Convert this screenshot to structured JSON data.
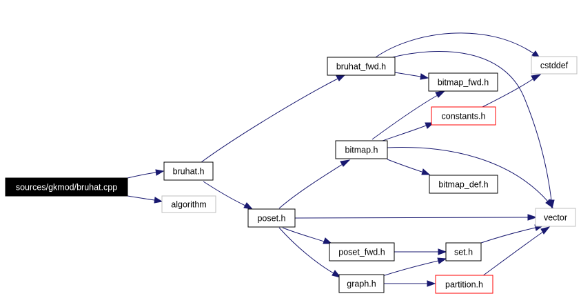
{
  "nodes": {
    "root": "sources/gkmod/bruhat.cpp",
    "bruhat_h": "bruhat.h",
    "algorithm": "algorithm",
    "poset_h": "poset.h",
    "bruhat_fwd_h": "bruhat_fwd.h",
    "bitmap_h": "bitmap.h",
    "bitmap_fwd_h": "bitmap_fwd.h",
    "constants_h": "constants.h",
    "bitmap_def_h": "bitmap_def.h",
    "cstddef": "cstddef",
    "vector": "vector",
    "poset_fwd_h": "poset_fwd.h",
    "set_h": "set.h",
    "graph_h": "graph.h",
    "partition_h": "partition.h"
  },
  "colors": {
    "edge": "#191970",
    "root_fill": "#000000",
    "root_text": "#ffffff",
    "missing_file_border": "#ff0000",
    "external_border": "#bfbfbf",
    "normal_border": "#000000"
  }
}
